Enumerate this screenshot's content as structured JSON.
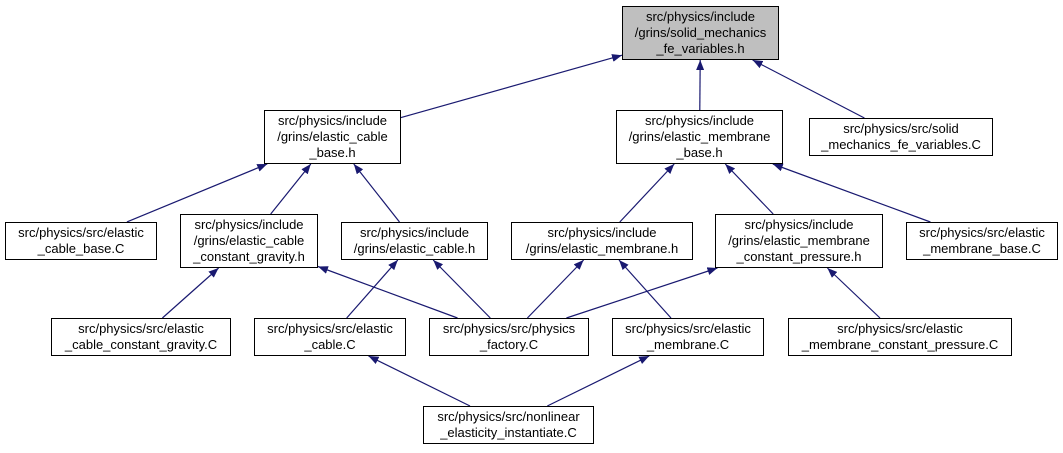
{
  "colors": {
    "edge": "#191970",
    "border": "#000000",
    "root_fill": "#bfbfbf",
    "node_fill": "#ffffff"
  },
  "nodes": [
    {
      "id": "root",
      "lines": [
        "src/physics/include",
        "/grins/solid_mechanics",
        "_fe_variables.h"
      ],
      "highlight": true
    },
    {
      "id": "cable_base_h",
      "lines": [
        "src/physics/include",
        "/grins/elastic_cable",
        "_base.h"
      ]
    },
    {
      "id": "membrane_base_h",
      "lines": [
        "src/physics/include",
        "/grins/elastic_membrane",
        "_base.h"
      ]
    },
    {
      "id": "solid_fe_vars_c",
      "lines": [
        "src/physics/src/solid",
        "_mechanics_fe_variables.C"
      ]
    },
    {
      "id": "cable_base_c",
      "lines": [
        "src/physics/src/elastic",
        "_cable_base.C"
      ]
    },
    {
      "id": "cable_cg_h",
      "lines": [
        "src/physics/include",
        "/grins/elastic_cable",
        "_constant_gravity.h"
      ]
    },
    {
      "id": "cable_h",
      "lines": [
        "src/physics/include",
        "/grins/elastic_cable.h"
      ]
    },
    {
      "id": "membrane_h",
      "lines": [
        "src/physics/include",
        "/grins/elastic_membrane.h"
      ]
    },
    {
      "id": "membrane_cp_h",
      "lines": [
        "src/physics/include",
        "/grins/elastic_membrane",
        "_constant_pressure.h"
      ]
    },
    {
      "id": "membrane_base_c",
      "lines": [
        "src/physics/src/elastic",
        "_membrane_base.C"
      ]
    },
    {
      "id": "cable_cg_c",
      "lines": [
        "src/physics/src/elastic",
        "_cable_constant_gravity.C"
      ]
    },
    {
      "id": "cable_c",
      "lines": [
        "src/physics/src/elastic",
        "_cable.C"
      ]
    },
    {
      "id": "physics_factory_c",
      "lines": [
        "src/physics/src/physics",
        "_factory.C"
      ]
    },
    {
      "id": "membrane_c",
      "lines": [
        "src/physics/src/elastic",
        "_membrane.C"
      ]
    },
    {
      "id": "membrane_cp_c",
      "lines": [
        "src/physics/src/elastic",
        "_membrane_constant_pressure.C"
      ]
    },
    {
      "id": "nonlinear_c",
      "lines": [
        "src/physics/src/nonlinear",
        "_elasticity_instantiate.C"
      ]
    }
  ],
  "edges": [
    {
      "from": "cable_base_h",
      "to": "root"
    },
    {
      "from": "membrane_base_h",
      "to": "root"
    },
    {
      "from": "solid_fe_vars_c",
      "to": "root"
    },
    {
      "from": "cable_base_c",
      "to": "cable_base_h"
    },
    {
      "from": "cable_cg_h",
      "to": "cable_base_h"
    },
    {
      "from": "cable_h",
      "to": "cable_base_h"
    },
    {
      "from": "membrane_h",
      "to": "membrane_base_h"
    },
    {
      "from": "membrane_cp_h",
      "to": "membrane_base_h"
    },
    {
      "from": "membrane_base_c",
      "to": "membrane_base_h"
    },
    {
      "from": "cable_cg_c",
      "to": "cable_cg_h"
    },
    {
      "from": "physics_factory_c",
      "to": "cable_cg_h"
    },
    {
      "from": "cable_c",
      "to": "cable_h"
    },
    {
      "from": "physics_factory_c",
      "to": "cable_h"
    },
    {
      "from": "physics_factory_c",
      "to": "membrane_h"
    },
    {
      "from": "membrane_c",
      "to": "membrane_h"
    },
    {
      "from": "physics_factory_c",
      "to": "membrane_cp_h"
    },
    {
      "from": "membrane_cp_c",
      "to": "membrane_cp_h"
    },
    {
      "from": "nonlinear_c",
      "to": "cable_c"
    },
    {
      "from": "nonlinear_c",
      "to": "membrane_c"
    }
  ]
}
